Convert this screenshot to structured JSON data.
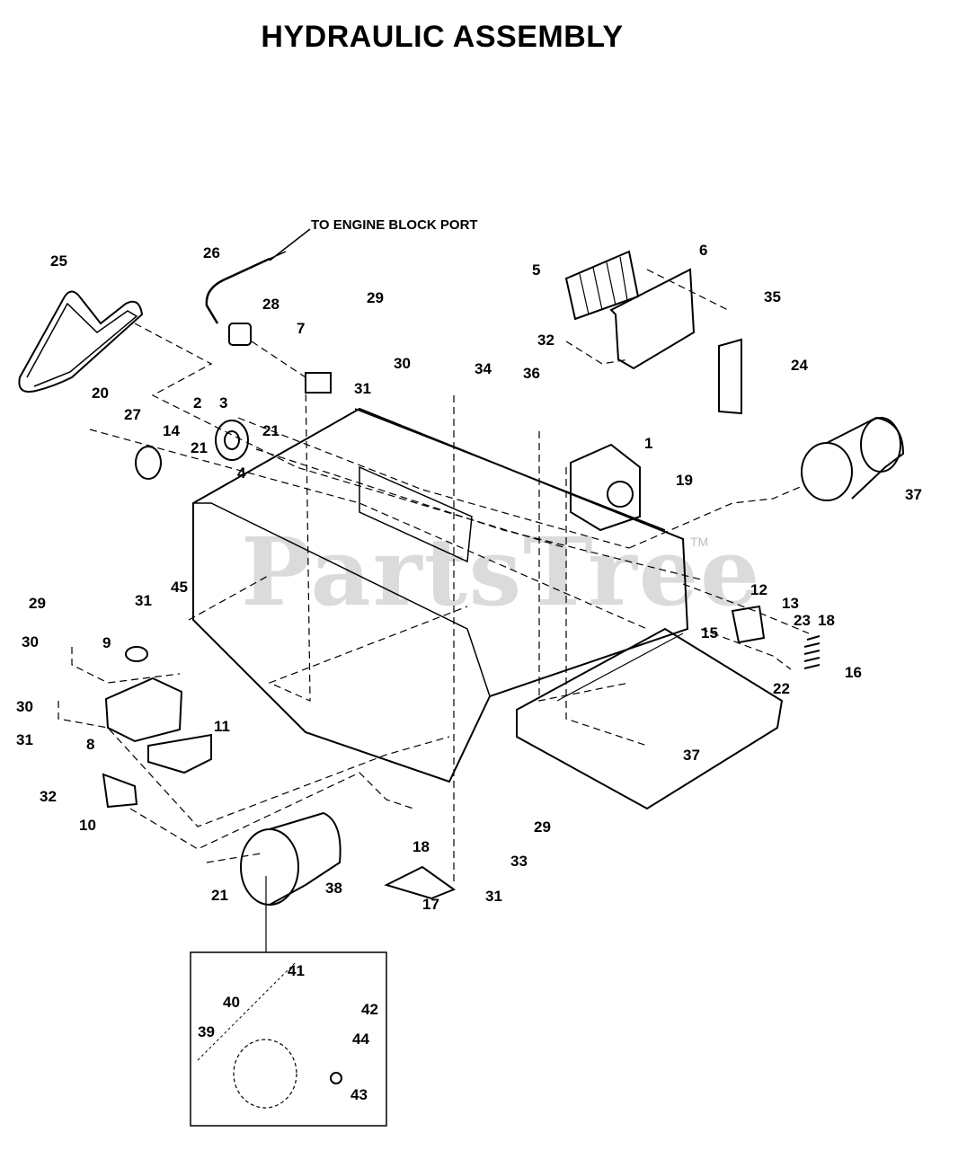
{
  "title": "HYDRAULIC ASSEMBLY",
  "note": "TO ENGINE BLOCK PORT",
  "watermark": {
    "text": "PartsTree",
    "tm": "TM"
  },
  "labels": [
    {
      "id": "1",
      "text": "1"
    },
    {
      "id": "2",
      "text": "2"
    },
    {
      "id": "3",
      "text": "3"
    },
    {
      "id": "4",
      "text": "4"
    },
    {
      "id": "5",
      "text": "5"
    },
    {
      "id": "6",
      "text": "6"
    },
    {
      "id": "7",
      "text": "7"
    },
    {
      "id": "8",
      "text": "8"
    },
    {
      "id": "9",
      "text": "9"
    },
    {
      "id": "10",
      "text": "10"
    },
    {
      "id": "11",
      "text": "11"
    },
    {
      "id": "12",
      "text": "12"
    },
    {
      "id": "13",
      "text": "13"
    },
    {
      "id": "14",
      "text": "14"
    },
    {
      "id": "15",
      "text": "15"
    },
    {
      "id": "16",
      "text": "16"
    },
    {
      "id": "17",
      "text": "17"
    },
    {
      "id": "18a",
      "text": "18"
    },
    {
      "id": "18b",
      "text": "18"
    },
    {
      "id": "19",
      "text": "19"
    },
    {
      "id": "20",
      "text": "20"
    },
    {
      "id": "21a",
      "text": "21"
    },
    {
      "id": "21b",
      "text": "21"
    },
    {
      "id": "21c",
      "text": "21"
    },
    {
      "id": "22",
      "text": "22"
    },
    {
      "id": "23",
      "text": "23"
    },
    {
      "id": "24",
      "text": "24"
    },
    {
      "id": "25",
      "text": "25"
    },
    {
      "id": "26",
      "text": "26"
    },
    {
      "id": "27",
      "text": "27"
    },
    {
      "id": "28",
      "text": "28"
    },
    {
      "id": "29a",
      "text": "29"
    },
    {
      "id": "29b",
      "text": "29"
    },
    {
      "id": "29c",
      "text": "29"
    },
    {
      "id": "30a",
      "text": "30"
    },
    {
      "id": "30b",
      "text": "30"
    },
    {
      "id": "30c",
      "text": "30"
    },
    {
      "id": "31a",
      "text": "31"
    },
    {
      "id": "31b",
      "text": "31"
    },
    {
      "id": "31c",
      "text": "31"
    },
    {
      "id": "31d",
      "text": "31"
    },
    {
      "id": "32a",
      "text": "32"
    },
    {
      "id": "32b",
      "text": "32"
    },
    {
      "id": "33",
      "text": "33"
    },
    {
      "id": "34",
      "text": "34"
    },
    {
      "id": "35",
      "text": "35"
    },
    {
      "id": "36",
      "text": "36"
    },
    {
      "id": "37a",
      "text": "37"
    },
    {
      "id": "37b",
      "text": "37"
    },
    {
      "id": "38",
      "text": "38"
    },
    {
      "id": "39",
      "text": "39"
    },
    {
      "id": "40",
      "text": "40"
    },
    {
      "id": "41",
      "text": "41"
    },
    {
      "id": "42",
      "text": "42"
    },
    {
      "id": "43",
      "text": "43"
    },
    {
      "id": "44",
      "text": "44"
    },
    {
      "id": "45",
      "text": "45"
    }
  ]
}
